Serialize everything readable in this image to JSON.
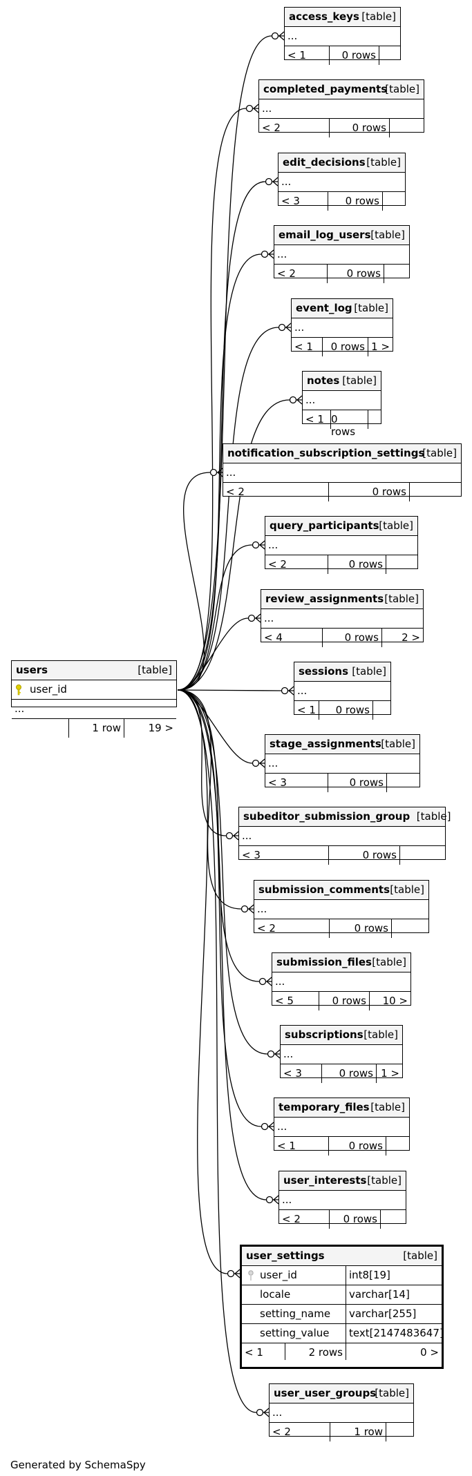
{
  "footer_text": "Generated by SchemaSpy",
  "table_tag": "[table]",
  "users": {
    "name": "users",
    "pk_column": "user_id",
    "ellipsis": "...",
    "footer_rows": "1 row",
    "footer_children": "19 >"
  },
  "focus": {
    "name": "user_settings",
    "columns": [
      {
        "name": "user_id",
        "type": "int8[19]"
      },
      {
        "name": "locale",
        "type": "varchar[14]"
      },
      {
        "name": "setting_name",
        "type": "varchar[255]"
      },
      {
        "name": "setting_value",
        "type": "text[2147483647]"
      }
    ],
    "footer_parents": "< 1",
    "footer_rows": "2 rows",
    "footer_children": "0 >"
  },
  "tables": [
    {
      "name": "access_keys",
      "ellipsis": "...",
      "parents": "< 1",
      "rows": "0 rows",
      "children": ""
    },
    {
      "name": "completed_payments",
      "ellipsis": "...",
      "parents": "< 2",
      "rows": "0 rows",
      "children": ""
    },
    {
      "name": "edit_decisions",
      "ellipsis": "...",
      "parents": "< 3",
      "rows": "0 rows",
      "children": ""
    },
    {
      "name": "email_log_users",
      "ellipsis": "...",
      "parents": "< 2",
      "rows": "0 rows",
      "children": ""
    },
    {
      "name": "event_log",
      "ellipsis": "...",
      "parents": "< 1",
      "rows": "0 rows",
      "children": "1 >"
    },
    {
      "name": "notes",
      "ellipsis": "...",
      "parents": "< 1",
      "rows": "0 rows",
      "children": ""
    },
    {
      "name": "notification_subscription_settings",
      "ellipsis": "...",
      "parents": "< 2",
      "rows": "0 rows",
      "children": ""
    },
    {
      "name": "query_participants",
      "ellipsis": "...",
      "parents": "< 2",
      "rows": "0 rows",
      "children": ""
    },
    {
      "name": "review_assignments",
      "ellipsis": "...",
      "parents": "< 4",
      "rows": "0 rows",
      "children": "2 >"
    },
    {
      "name": "sessions",
      "ellipsis": "...",
      "parents": "< 1",
      "rows": "0 rows",
      "children": ""
    },
    {
      "name": "stage_assignments",
      "ellipsis": "...",
      "parents": "< 3",
      "rows": "0 rows",
      "children": ""
    },
    {
      "name": "subeditor_submission_group",
      "ellipsis": "...",
      "parents": "< 3",
      "rows": "0 rows",
      "children": ""
    },
    {
      "name": "submission_comments",
      "ellipsis": "...",
      "parents": "< 2",
      "rows": "0 rows",
      "children": ""
    },
    {
      "name": "submission_files",
      "ellipsis": "...",
      "parents": "< 5",
      "rows": "0 rows",
      "children": "10 >"
    },
    {
      "name": "subscriptions",
      "ellipsis": "...",
      "parents": "< 3",
      "rows": "0 rows",
      "children": "1 >"
    },
    {
      "name": "temporary_files",
      "ellipsis": "...",
      "parents": "< 1",
      "rows": "0 rows",
      "children": ""
    },
    {
      "name": "user_interests",
      "ellipsis": "...",
      "parents": "< 2",
      "rows": "0 rows",
      "children": ""
    },
    {
      "name": "user_user_groups",
      "ellipsis": "...",
      "parents": "< 2",
      "rows": "1 row",
      "children": ""
    }
  ]
}
